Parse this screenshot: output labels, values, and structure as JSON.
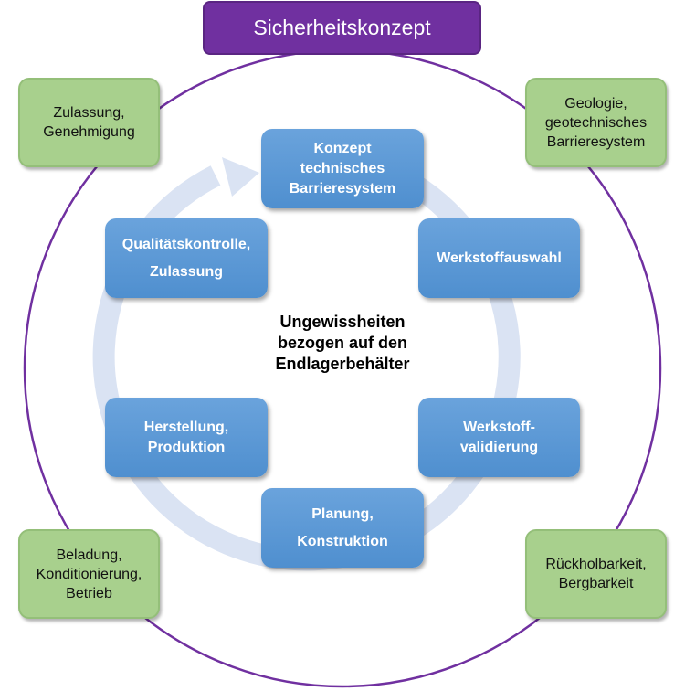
{
  "title": "Sicherheitskonzept",
  "center_lines": [
    "Ungewissheiten",
    "bezogen auf den",
    "Endlagerbehälter"
  ],
  "cycle_steps": [
    {
      "lines": [
        "Konzept",
        "technisches",
        "Barrieresystem"
      ]
    },
    {
      "lines": [
        "Werkstoffauswahl"
      ]
    },
    {
      "lines": [
        "Werkstoff-",
        "validierung"
      ]
    },
    {
      "lines": [
        "Planung,",
        "Konstruktion"
      ]
    },
    {
      "lines": [
        "Herstellung,",
        "Produktion"
      ]
    },
    {
      "lines": [
        "Qualitätskontrolle,",
        "Zulassung"
      ]
    }
  ],
  "outer_factors": [
    {
      "lines": [
        "Zulassung,",
        "Genehmigung"
      ]
    },
    {
      "lines": [
        "Geologie,",
        "geotechnisches",
        "Barrieresystem"
      ]
    },
    {
      "lines": [
        "Beladung,",
        "Konditionierung,",
        "Betrieb"
      ]
    },
    {
      "lines": [
        "Rückholbarkeit,",
        "Bergbarkeit"
      ]
    }
  ],
  "colors": {
    "purple": "#7030a0",
    "step_blue": "#5b9bd5",
    "factor_green": "#a8d08d",
    "cycle_arrow": "#dae3f3"
  }
}
